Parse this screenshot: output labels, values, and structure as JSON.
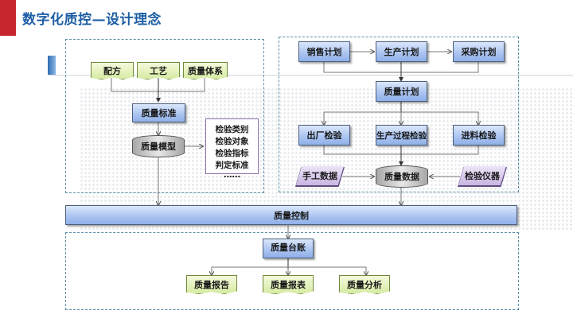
{
  "title": "数字化质控—设计理念",
  "left_panel": {
    "inputs": [
      "配方",
      "工艺",
      "质量体系"
    ],
    "standard": "质量标准",
    "model": "质量模型",
    "model_attributes": [
      "检验类别",
      "检验对象",
      "检验指标",
      "判定标准",
      "……"
    ]
  },
  "right_panel": {
    "plans": [
      "销售计划",
      "生产计划",
      "采购计划"
    ],
    "quality_plan": "质量计划",
    "inspections": [
      "出厂检验",
      "生产过程检验",
      "进料检验"
    ],
    "manual_data": "手工数据",
    "quality_data": "质量数据",
    "instruments": "检验仪器"
  },
  "control": "质量控制",
  "bottom_panel": {
    "ledger": "质量台账",
    "outputs": [
      "质量报告",
      "质量报表",
      "质量分析"
    ]
  },
  "colors": {
    "accent_red": "#c8262d",
    "title_blue": "#1f5fa5",
    "dash_border": "#5b8fa8"
  }
}
